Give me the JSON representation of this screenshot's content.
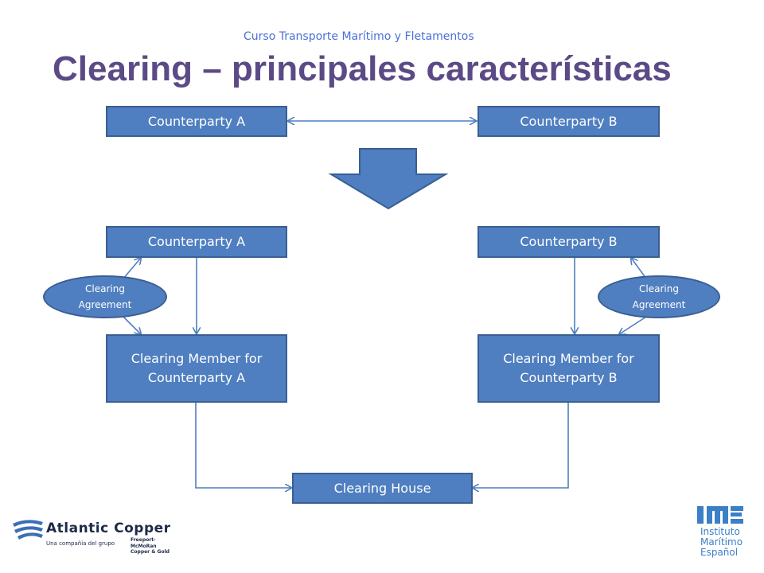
{
  "header": {
    "subtitle": "Curso Transporte Marítimo y Fletamentos",
    "title": "Clearing – principales características"
  },
  "diagram": {
    "top_row": {
      "left": "Counterparty A",
      "right": "Counterparty B"
    },
    "lower": {
      "counterparty_a": "Counterparty A",
      "counterparty_b": "Counterparty B",
      "agreement_left": "Clearing Agreement",
      "agreement_right": "Clearing Agreement",
      "member_a_line1": "Clearing Member for",
      "member_a_line2": "Counterparty A",
      "member_b_line1": "Clearing Member for",
      "member_b_line2": "Counterparty B",
      "clearing_house": "Clearing House"
    },
    "colors": {
      "box_fill": "#4f7fc0",
      "box_border": "#3a5f91",
      "title_color": "#5b4a86",
      "subtitle_color": "#4a6fd8"
    }
  },
  "logos": {
    "left": {
      "name": "Atlantic Copper",
      "tagline": "Una compañía del grupo",
      "group": "Freeport-McMoRan Copper & Gold"
    },
    "right": {
      "mark": "IME",
      "words": [
        "Instituto",
        "Marítimo",
        "Español"
      ]
    }
  }
}
